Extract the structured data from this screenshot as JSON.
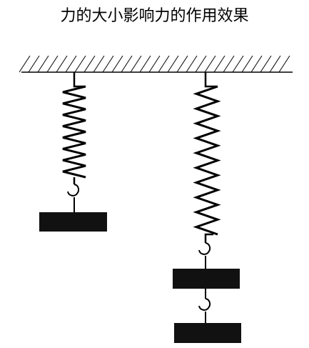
{
  "title": "力的大小影响力的作用效果",
  "colors": {
    "ink": "#000000",
    "weight_fill": "#111111",
    "background": "#ffffff"
  },
  "diagram": {
    "ceiling": "hatched-ceiling",
    "springs": [
      {
        "name": "short-spring",
        "coils": 8,
        "weights_attached": 1
      },
      {
        "name": "long-spring",
        "coils": 10,
        "weights_attached": 2
      }
    ]
  }
}
